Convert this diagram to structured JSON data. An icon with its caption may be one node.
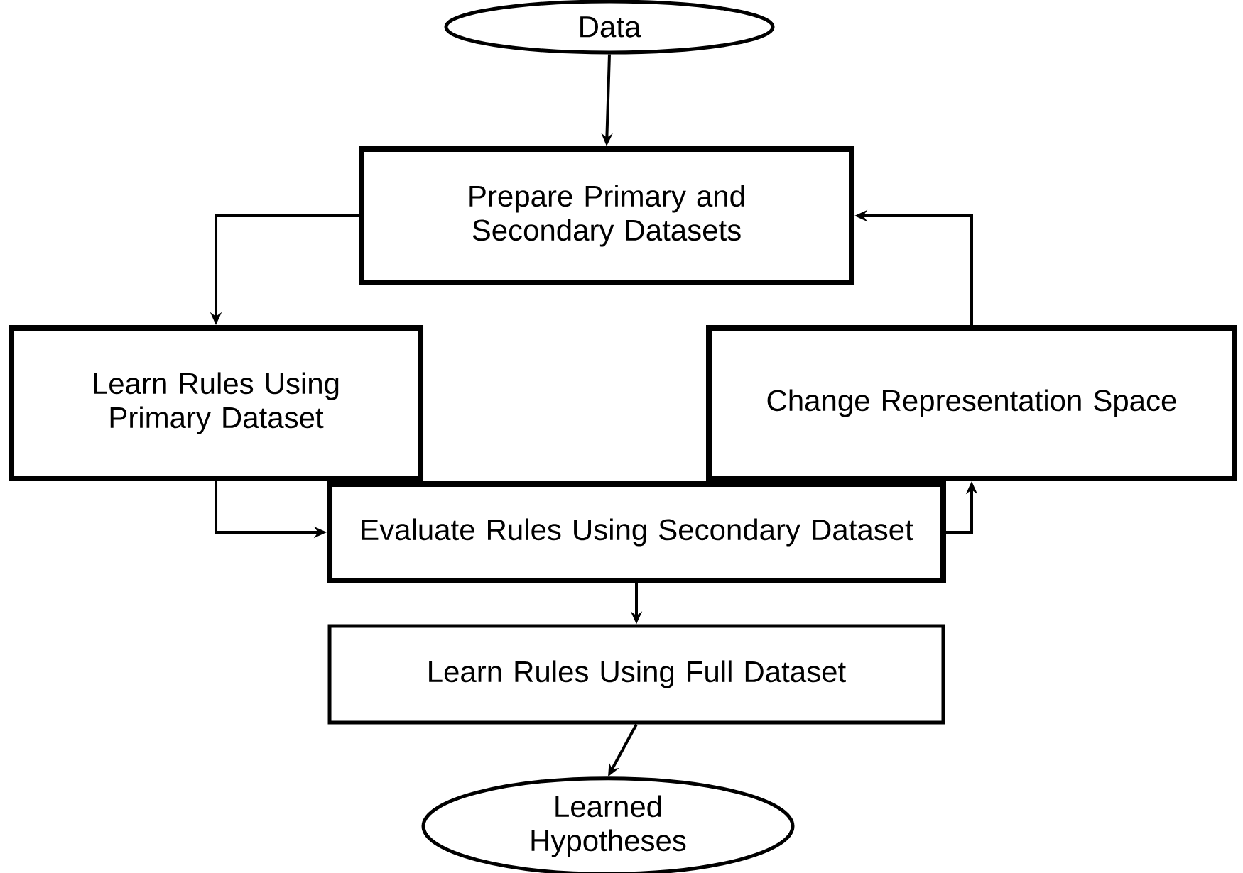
{
  "diagram": {
    "nodes": [
      {
        "text": [
          "Data"
        ]
      },
      {
        "text": [
          "Prepare Primary and Secondary Datasets"
        ]
      },
      {
        "text": [
          "Learn Rules Using Primary Dataset"
        ]
      },
      {
        "text": [
          "Change Representation Space"
        ]
      },
      {
        "text": [
          "Evaluate Rules Using Secondary Dataset"
        ]
      },
      {
        "text": [
          "Learn Rules Using Full Dataset"
        ]
      },
      {
        "text": [
          "Learned Hypotheses"
        ]
      }
    ],
    "edges": [
      {
        "from": 0,
        "to": 1,
        "arrow": "to"
      },
      {
        "from": 1,
        "to": 2,
        "arrow": "to"
      },
      {
        "from": 2,
        "to": 4,
        "arrow": "to"
      },
      {
        "from": 4,
        "to": 3,
        "arrow": "to"
      },
      {
        "from": 3,
        "to": 1,
        "arrow": "to"
      },
      {
        "from": 4,
        "to": 5,
        "arrow": "to"
      },
      {
        "from": 5,
        "to": 6,
        "arrow": "to"
      }
    ]
  }
}
